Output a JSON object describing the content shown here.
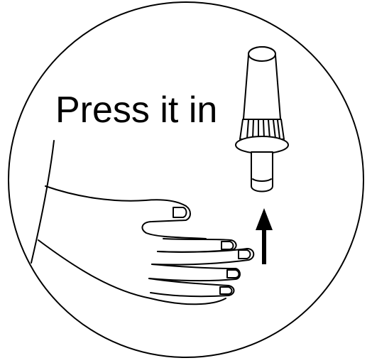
{
  "instruction": {
    "text": "Press it in"
  },
  "illustration": {
    "objects": [
      "hand",
      "lancet-device",
      "up-arrow"
    ],
    "line_color": "#000000",
    "background_color": "#ffffff"
  }
}
